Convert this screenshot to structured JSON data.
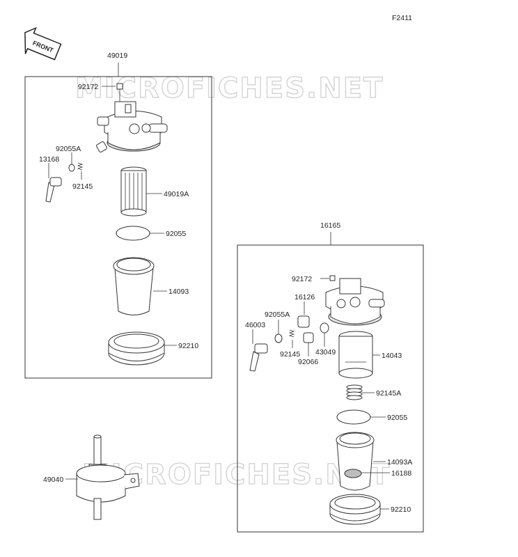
{
  "figure_code": "F2411",
  "front_label": "FRONT",
  "watermark_top": "MICROFICHES.NET",
  "watermark_bottom": "MICROFICHES.NET",
  "assembly_1": {
    "number": "49019",
    "parts": {
      "screw": "92172",
      "oring": "92055A",
      "cock": "13168",
      "spring": "92145",
      "element": "49019A",
      "gasket": "92055",
      "bowl": "14093",
      "ring_nut": "92210"
    }
  },
  "assembly_2": {
    "number": "16165",
    "parts": {
      "screw": "92172",
      "nipple": "16126",
      "oring": "92055A",
      "cock": "46003",
      "spring": "92145",
      "plug": "92066",
      "washer": "43049",
      "element": "14043",
      "spring_a": "92145A",
      "gasket": "92055",
      "bowl": "14093A",
      "float": "16188",
      "ring_nut": "92210"
    }
  },
  "inline_filter": {
    "number": "49040"
  }
}
